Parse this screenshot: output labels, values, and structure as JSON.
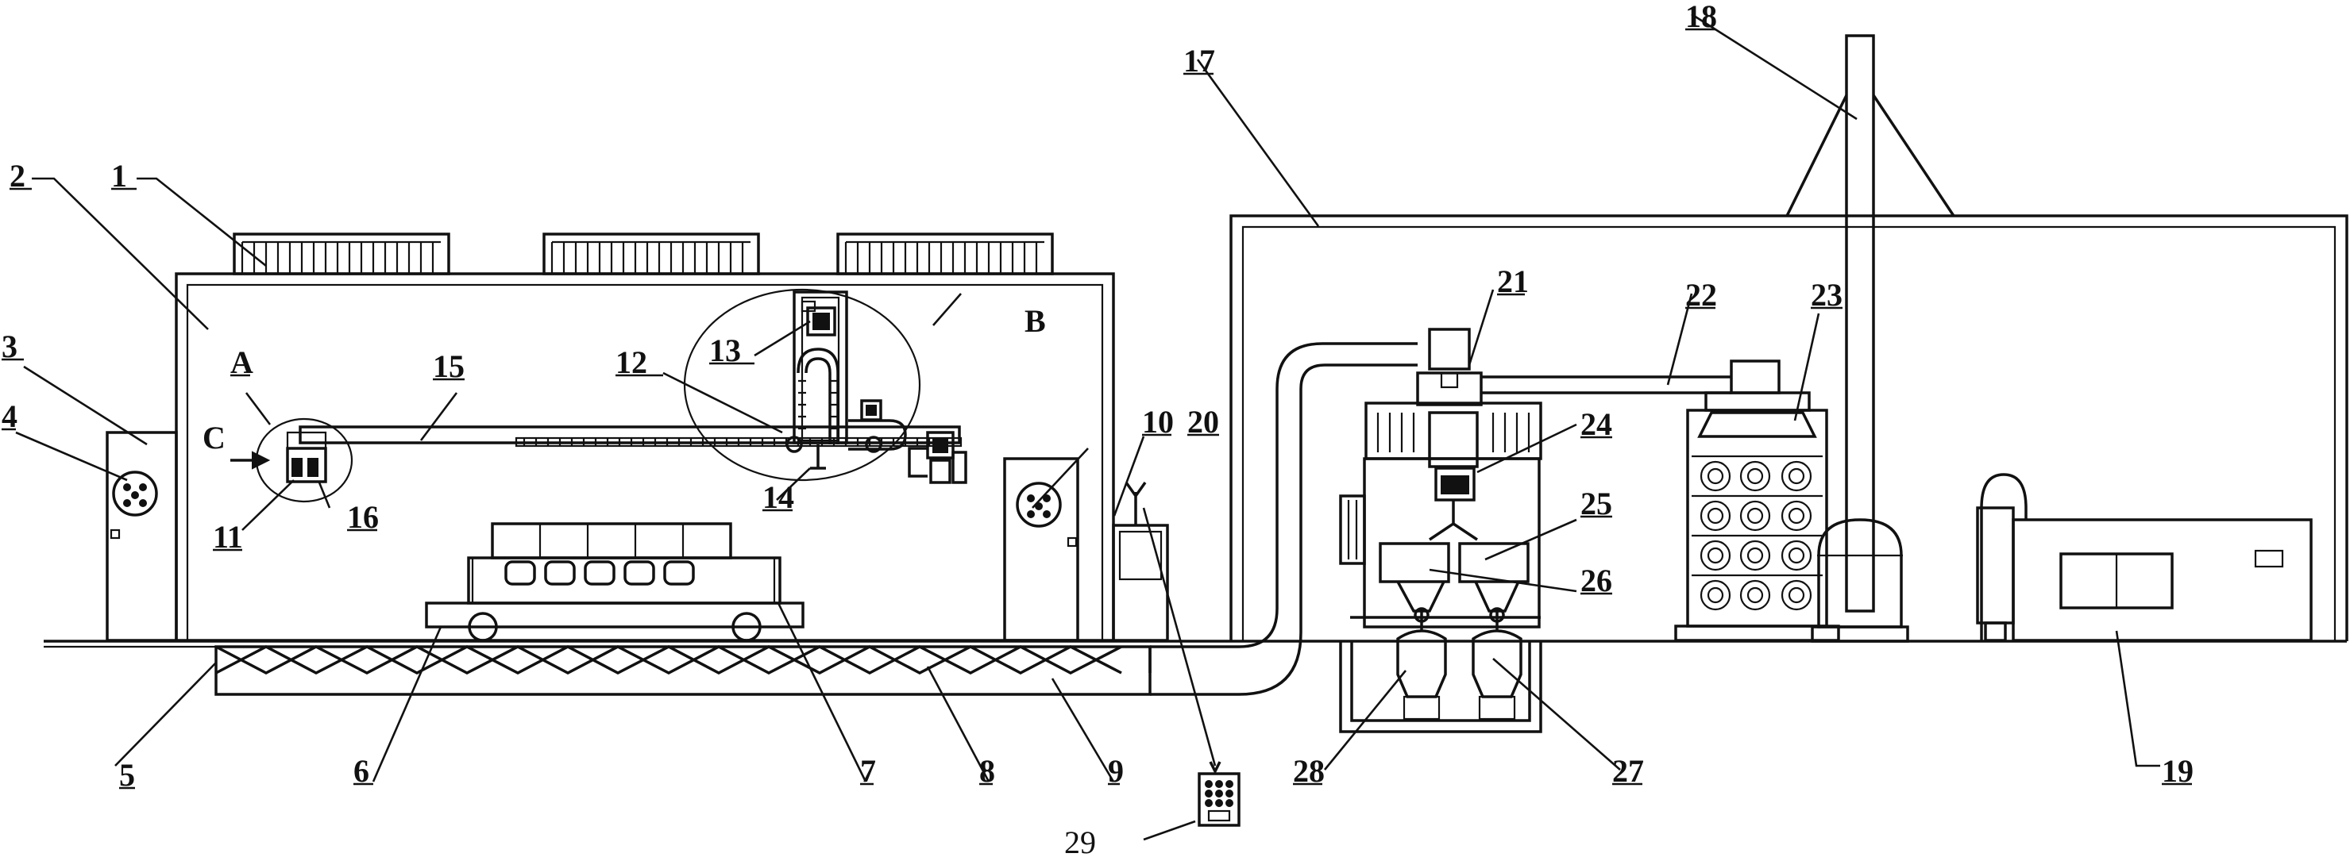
{
  "labels": {
    "n1": "1",
    "n2": "2",
    "n3": "3",
    "n4": "4",
    "n5": "5",
    "n6": "6",
    "n7": "7",
    "n8": "8",
    "n9": "9",
    "n10": "10",
    "n11": "11",
    "n12": "12",
    "n13": "13",
    "n14": "14",
    "n15": "15",
    "n16": "16",
    "n17": "17",
    "n18": "18",
    "n19": "19",
    "n20": "20",
    "n21": "21",
    "n22": "22",
    "n23": "23",
    "n24": "24",
    "n25": "25",
    "n26": "26",
    "n27": "27",
    "n28": "28",
    "n29": "29",
    "detail_a": "A",
    "detail_b": "B",
    "view_c": "C"
  }
}
